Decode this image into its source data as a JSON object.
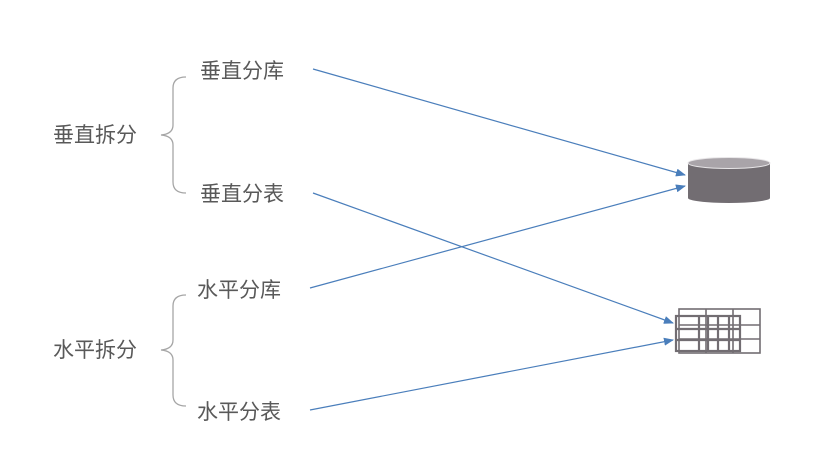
{
  "diagram": {
    "colors": {
      "text": "#595959",
      "brace": "#a6a6a6",
      "arrow": "#4a7ebb",
      "database_body": "#726d72",
      "database_top": "#a9a4a9",
      "table_grid": "#726d72"
    },
    "groups": [
      {
        "label": "垂直拆分",
        "children": [
          {
            "label": "垂直分库",
            "target": "database-icon"
          },
          {
            "label": "垂直分表",
            "target": "table-icon"
          }
        ]
      },
      {
        "label": "水平拆分",
        "children": [
          {
            "label": "水平分库",
            "target": "database-icon"
          },
          {
            "label": "水平分表",
            "target": "table-icon"
          }
        ]
      }
    ],
    "targets": {
      "database": {
        "icon": "database-icon"
      },
      "table": {
        "icon": "table-icon"
      }
    }
  }
}
